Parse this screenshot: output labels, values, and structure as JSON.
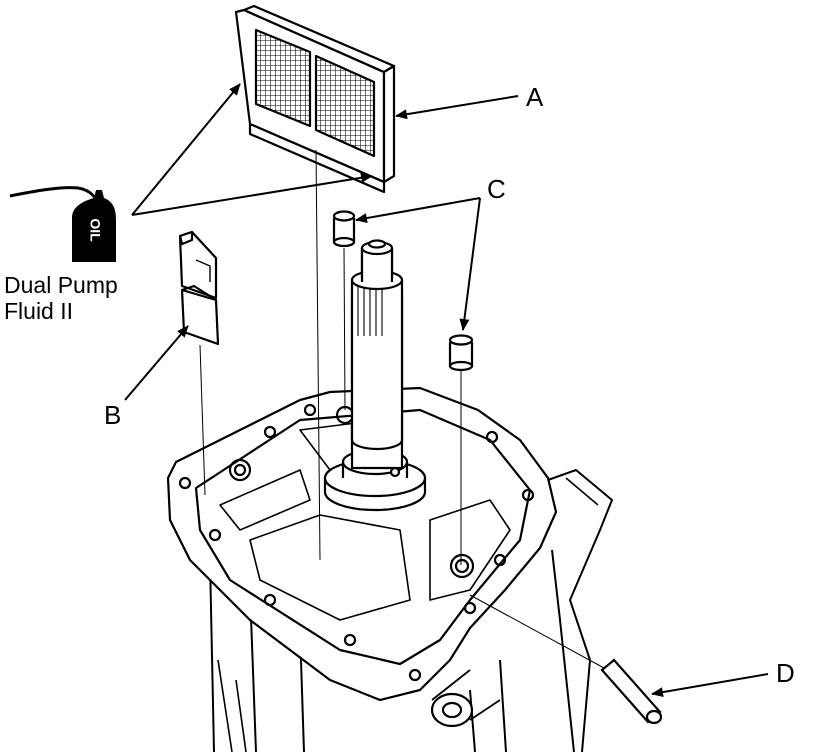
{
  "callouts": {
    "a": "A",
    "b": "B",
    "c": "C",
    "d": "D"
  },
  "fluid_label": {
    "line1": "Dual Pump",
    "line2": "Fluid II"
  },
  "bottle_text": "OIL",
  "colors": {
    "ink": "#000000",
    "paper": "#ffffff"
  }
}
